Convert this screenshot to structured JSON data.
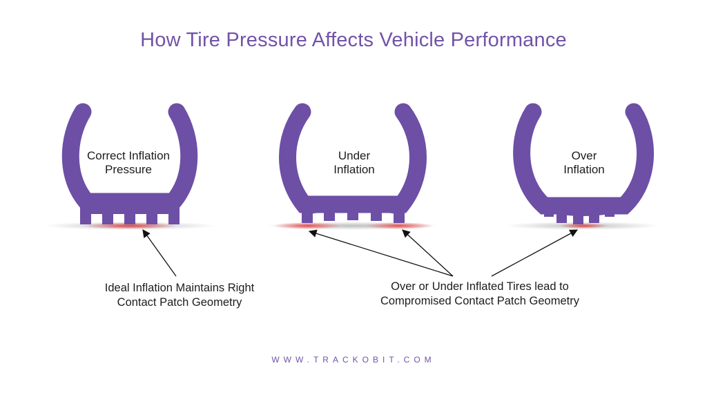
{
  "title": "How Tire Pressure Affects Vehicle Performance",
  "colors": {
    "title": "#7153a8",
    "tire": "#6d4fa6",
    "contact_highlight": "#e63535",
    "shadow": "#9a9a9a",
    "text": "#1c1c1c"
  },
  "tires": [
    {
      "id": "correct",
      "label_line1": "Correct Inflation",
      "label_line2": "Pressure"
    },
    {
      "id": "under",
      "label_line1": "Under",
      "label_line2": "Inflation"
    },
    {
      "id": "over",
      "label_line1": "Over",
      "label_line2": "Inflation"
    }
  ],
  "captions": {
    "left": {
      "line1": "Ideal Inflation Maintains Right",
      "line2": "Contact Patch Geometry"
    },
    "right": {
      "line1": "Over or Under Inflated Tires lead to",
      "line2": "Compromised Contact Patch Geometry"
    }
  },
  "footer": "WWW.TRACKOBIT.COM"
}
